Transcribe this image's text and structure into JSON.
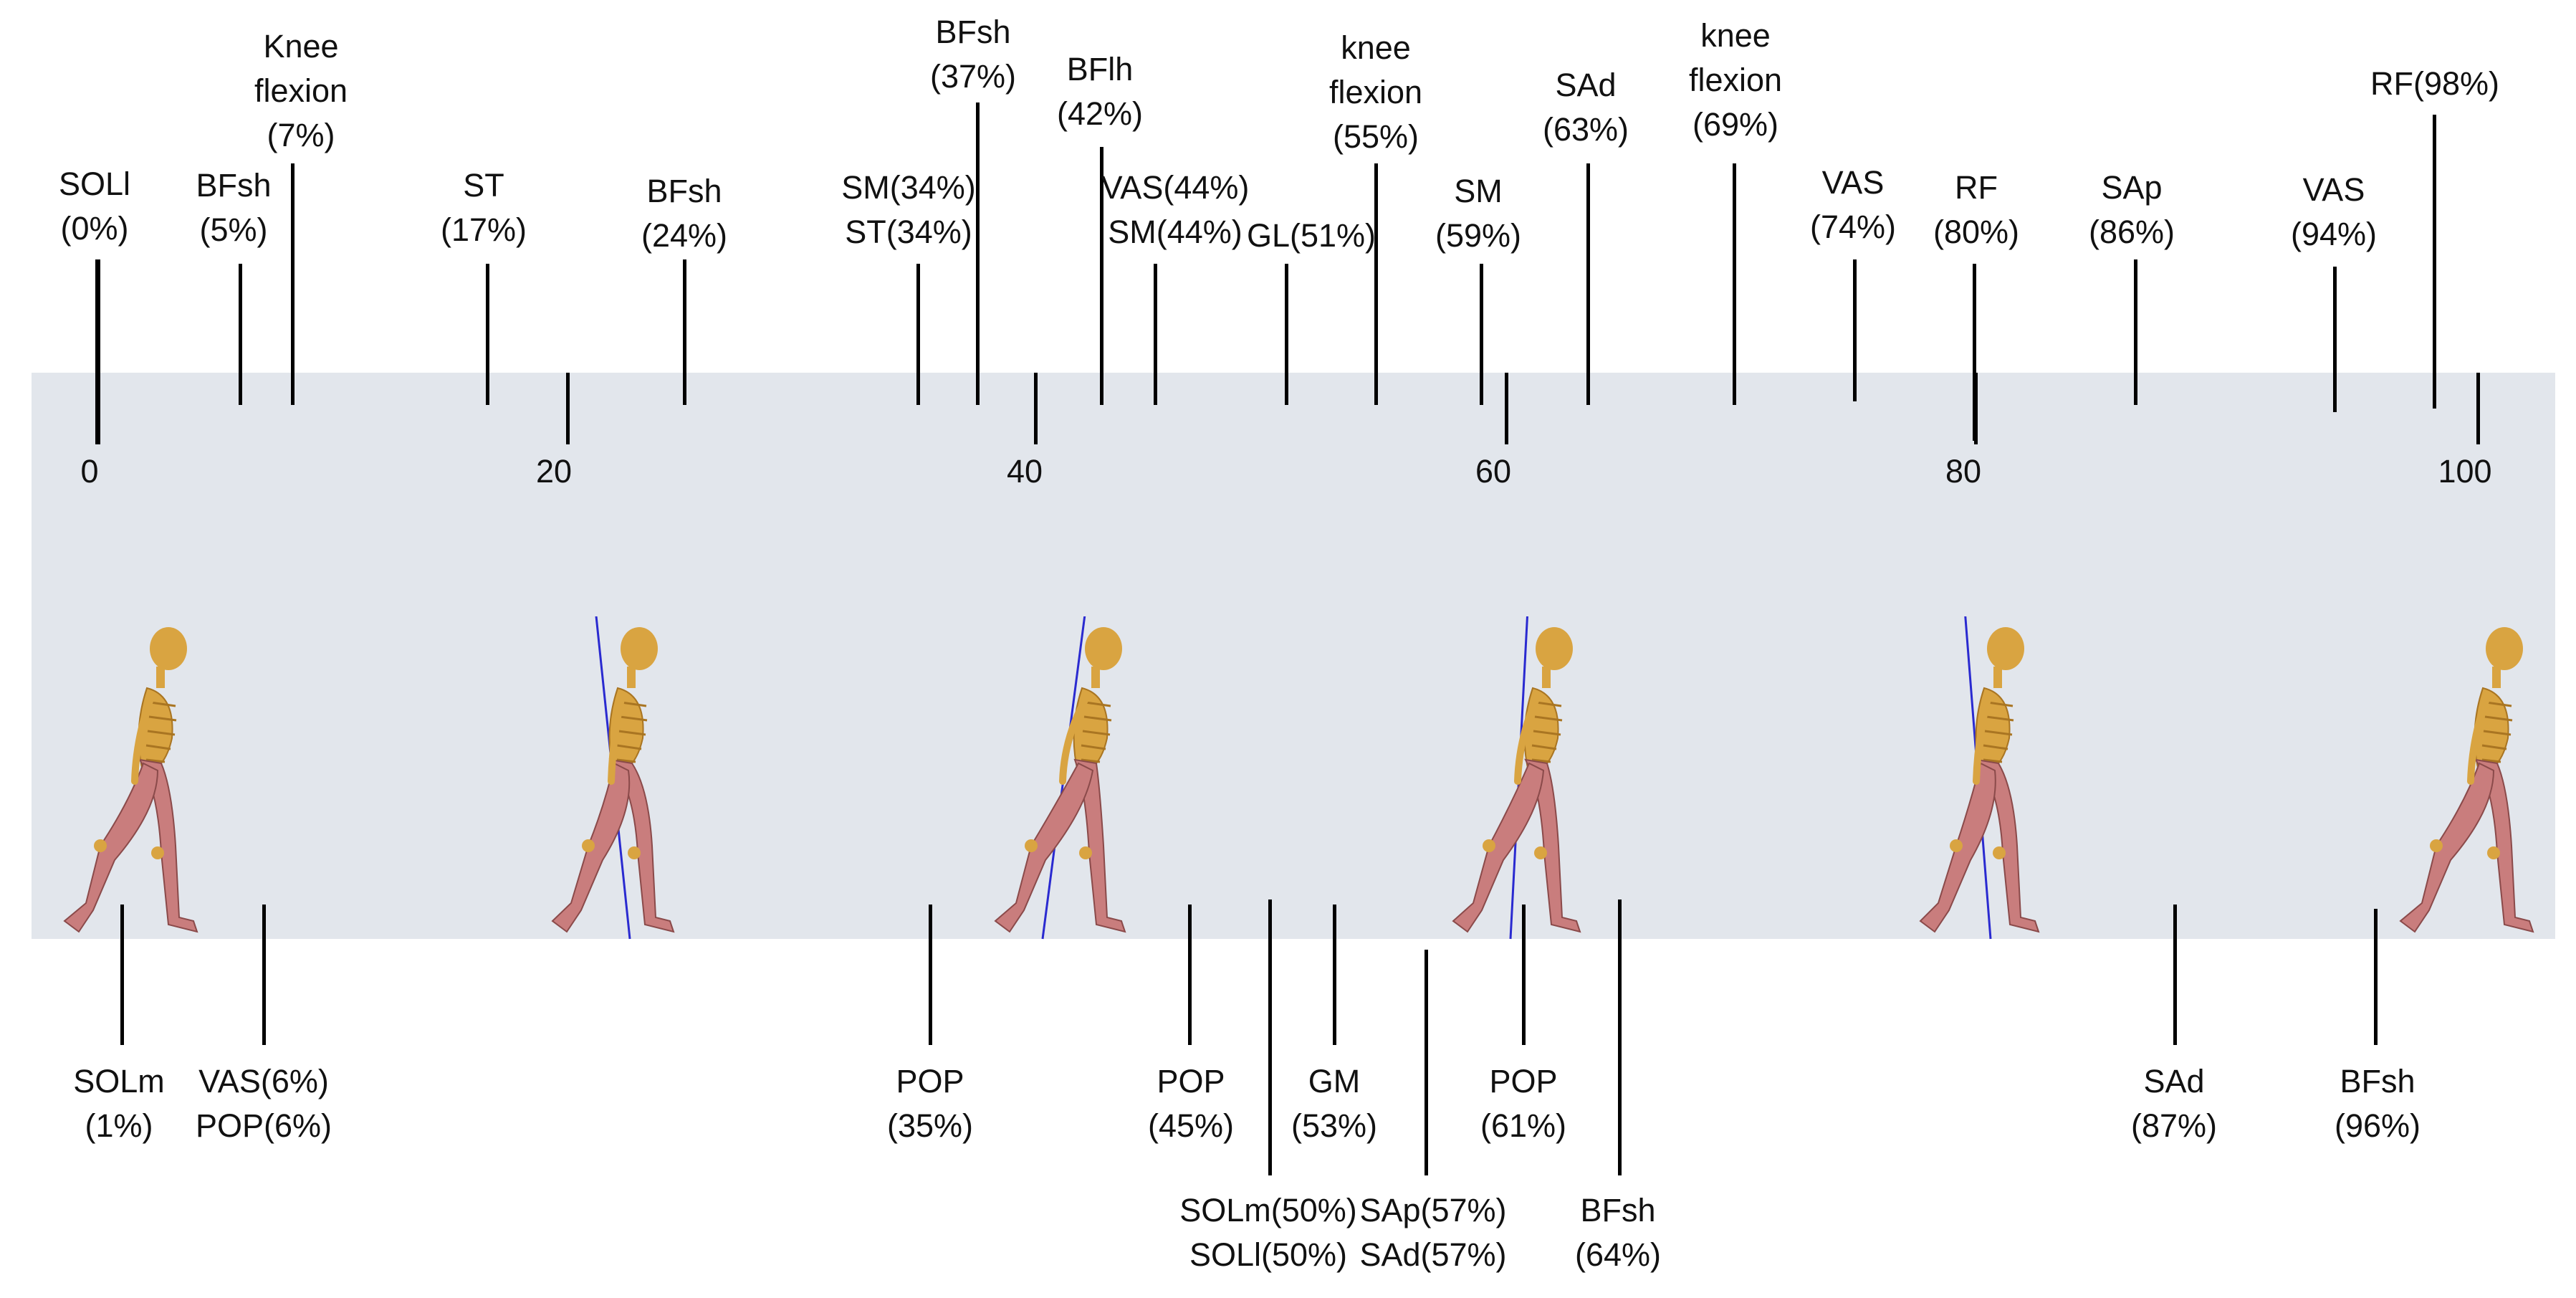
{
  "axis_ticks": [
    "0",
    "20",
    "40",
    "60",
    "80",
    "100"
  ],
  "events_top": [
    {
      "lines": [
        "SOLl",
        "(0%)"
      ]
    },
    {
      "lines": [
        "BFsh",
        "(5%)"
      ]
    },
    {
      "lines": [
        "Knee",
        "flexion",
        "(7%)"
      ]
    },
    {
      "lines": [
        "ST",
        "(17%)"
      ]
    },
    {
      "lines": [
        "BFsh",
        "(24%)"
      ]
    },
    {
      "lines": [
        "SM(34%)",
        "ST(34%)"
      ]
    },
    {
      "lines": [
        "BFsh",
        "(37%)"
      ]
    },
    {
      "lines": [
        "BFlh",
        "(42%)"
      ]
    },
    {
      "lines": [
        "VAS(44%)",
        "SM(44%)"
      ]
    },
    {
      "lines": [
        "GL(51%)"
      ]
    },
    {
      "lines": [
        "knee",
        "flexion",
        "(55%)"
      ]
    },
    {
      "lines": [
        "SM",
        "(59%)"
      ]
    },
    {
      "lines": [
        "SAd",
        "(63%)"
      ]
    },
    {
      "lines": [
        "knee",
        "flexion",
        "(69%)"
      ]
    },
    {
      "lines": [
        "VAS",
        "(74%)"
      ]
    },
    {
      "lines": [
        "RF",
        "(80%)"
      ]
    },
    {
      "lines": [
        "SAp",
        "(86%)"
      ]
    },
    {
      "lines": [
        "VAS",
        "(94%)"
      ]
    },
    {
      "lines": [
        "RF(98%)"
      ]
    }
  ],
  "events_bottom": [
    {
      "lines": [
        "SOLm",
        "(1%)"
      ]
    },
    {
      "lines": [
        "VAS(6%)",
        "POP(6%)"
      ]
    },
    {
      "lines": [
        "POP",
        "(35%)"
      ]
    },
    {
      "lines": [
        "POP",
        "(45%)"
      ]
    },
    {
      "lines": [
        "SOLm(50%)",
        "SOLl(50%)"
      ]
    },
    {
      "lines": [
        "GM",
        "(53%)"
      ]
    },
    {
      "lines": [
        "SAp(57%)",
        "SAd(57%)"
      ]
    },
    {
      "lines": [
        "POP",
        "(61%)"
      ]
    },
    {
      "lines": [
        "BFsh",
        "(64%)"
      ]
    },
    {
      "lines": [
        "SAd",
        "(87%)"
      ]
    },
    {
      "lines": [
        "BFsh",
        "(96%)"
      ]
    }
  ],
  "colors": {
    "band": "#e2e6ec",
    "line": "#000000",
    "bone": "#d9a441",
    "muscle": "#c97d7d",
    "guide": "#2a2ad0"
  }
}
